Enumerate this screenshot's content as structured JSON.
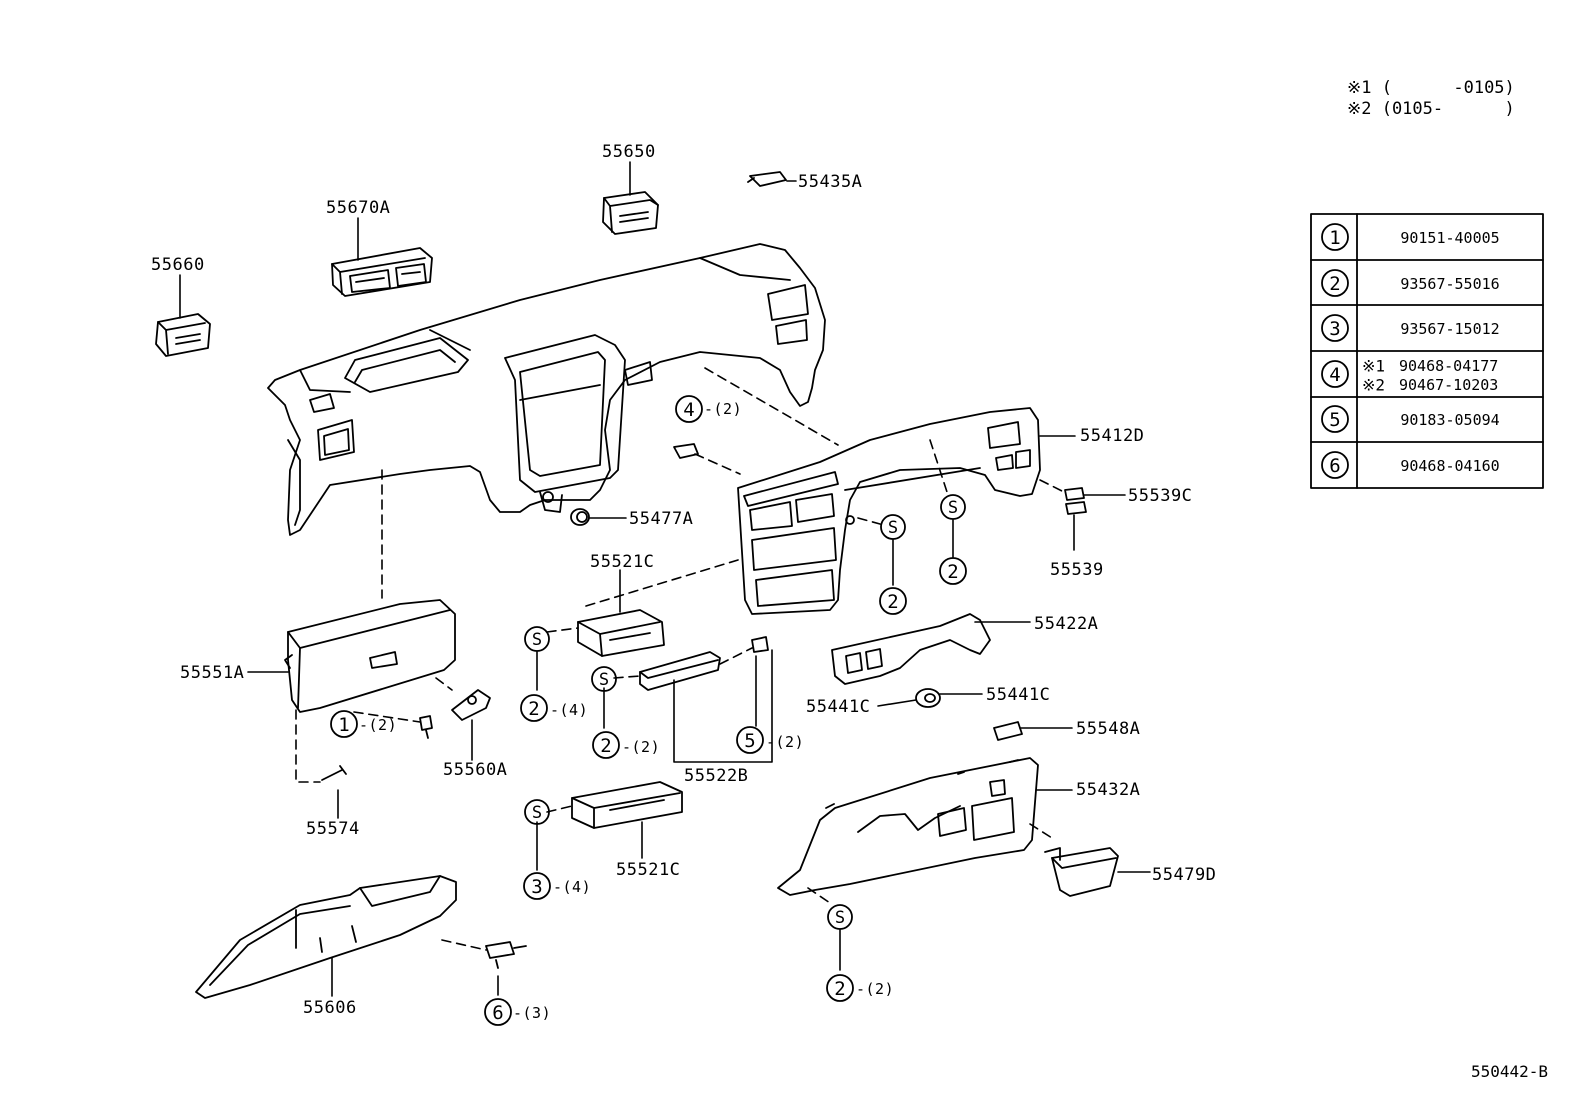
{
  "notes": {
    "mark1": "※1 (      -0105)",
    "mark2": "※2 (0105-      )"
  },
  "parts": {
    "p55650": "55650",
    "p55435A": "55435A",
    "p55670A": "55670A",
    "p55660": "55660",
    "p55412D": "55412D",
    "p55539C": "55539C",
    "p55539": "55539",
    "p55477A": "55477A",
    "p55521C_top": "55521C",
    "p55422A": "55422A",
    "p55551A": "55551A",
    "p55441C_r": "55441C",
    "p55441C_l": "55441C",
    "p55548A": "55548A",
    "p55560A": "55560A",
    "p55522B": "55522B",
    "p55432A": "55432A",
    "p55574": "55574",
    "p55521C_bot": "55521C",
    "p55479D": "55479D",
    "p55606": "55606"
  },
  "callouts": {
    "c4_qty": "-(2)",
    "c1_qty": "-(2)",
    "c2a_qty": "-(4)",
    "c2b_qty": "-(2)",
    "c5_qty": "-(2)",
    "c3_qty": "-(4)",
    "c2c_qty": "-(2)",
    "c6_qty": "-(3)"
  },
  "symbols": {
    "s": "S",
    "n1": "1",
    "n2": "2",
    "n3": "3",
    "n4": "4",
    "n5": "5",
    "n6": "6"
  },
  "fastener_table": [
    {
      "num": "1",
      "part": "90151-40005"
    },
    {
      "num": "2",
      "part": "93567-55016"
    },
    {
      "num": "3",
      "part": "93567-15012"
    },
    {
      "num": "4",
      "part_a_mark": "※1",
      "part_a": "90468-04177",
      "part_b_mark": "※2",
      "part_b": "90467-10203"
    },
    {
      "num": "5",
      "part": "90183-05094"
    },
    {
      "num": "6",
      "part": "90468-04160"
    }
  ],
  "figure_ref": "550442-B"
}
